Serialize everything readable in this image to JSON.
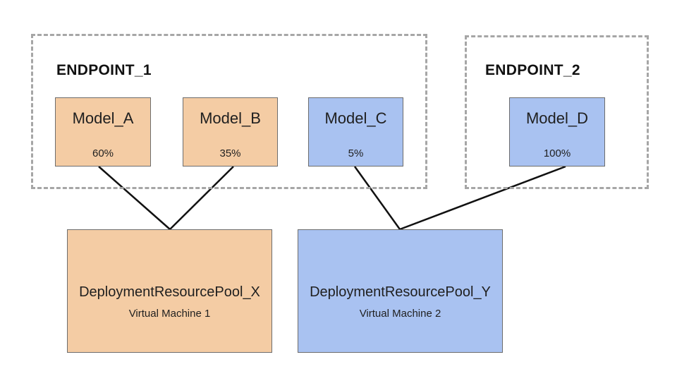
{
  "colors": {
    "orange_fill": "#f4cca4",
    "blue_fill": "#a9c2f1",
    "dashed_border": "#a6a6a6",
    "link": "#111111"
  },
  "endpoints": [
    {
      "title": "ENDPOINT_1"
    },
    {
      "title": "ENDPOINT_2"
    }
  ],
  "models": [
    {
      "name": "Model_A",
      "traffic": "60%",
      "color": "orange"
    },
    {
      "name": "Model_B",
      "traffic": "35%",
      "color": "orange"
    },
    {
      "name": "Model_C",
      "traffic": "5%",
      "color": "blue"
    },
    {
      "name": "Model_D",
      "traffic": "100%",
      "color": "blue"
    }
  ],
  "pools": [
    {
      "name": "DeploymentResourcePool_X",
      "vm": "Virtual Machine 1",
      "color": "orange"
    },
    {
      "name": "DeploymentResourcePool_Y",
      "vm": "Virtual Machine 2",
      "color": "blue"
    }
  ],
  "links": [
    {
      "from": "Model_A",
      "to": "DeploymentResourcePool_X"
    },
    {
      "from": "Model_B",
      "to": "DeploymentResourcePool_X"
    },
    {
      "from": "Model_C",
      "to": "DeploymentResourcePool_Y"
    },
    {
      "from": "Model_D",
      "to": "DeploymentResourcePool_Y"
    }
  ]
}
